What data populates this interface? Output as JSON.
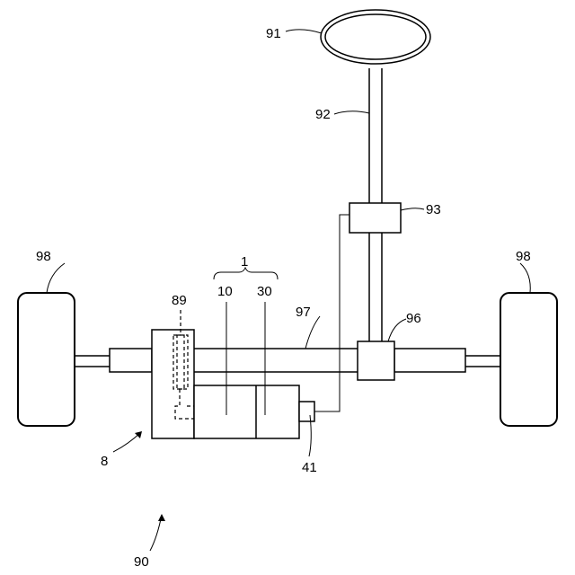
{
  "labels": {
    "steering_wheel": "91",
    "steering_shaft": "92",
    "torque_sensor": "93",
    "assembly": "1",
    "ecu": "10",
    "motor": "30",
    "rack_shaft": "97",
    "gearbox": "96",
    "wheel_left": "98",
    "wheel_right": "98",
    "housing_part": "89",
    "reduction_gear": "8",
    "connector": "41",
    "system": "90"
  }
}
